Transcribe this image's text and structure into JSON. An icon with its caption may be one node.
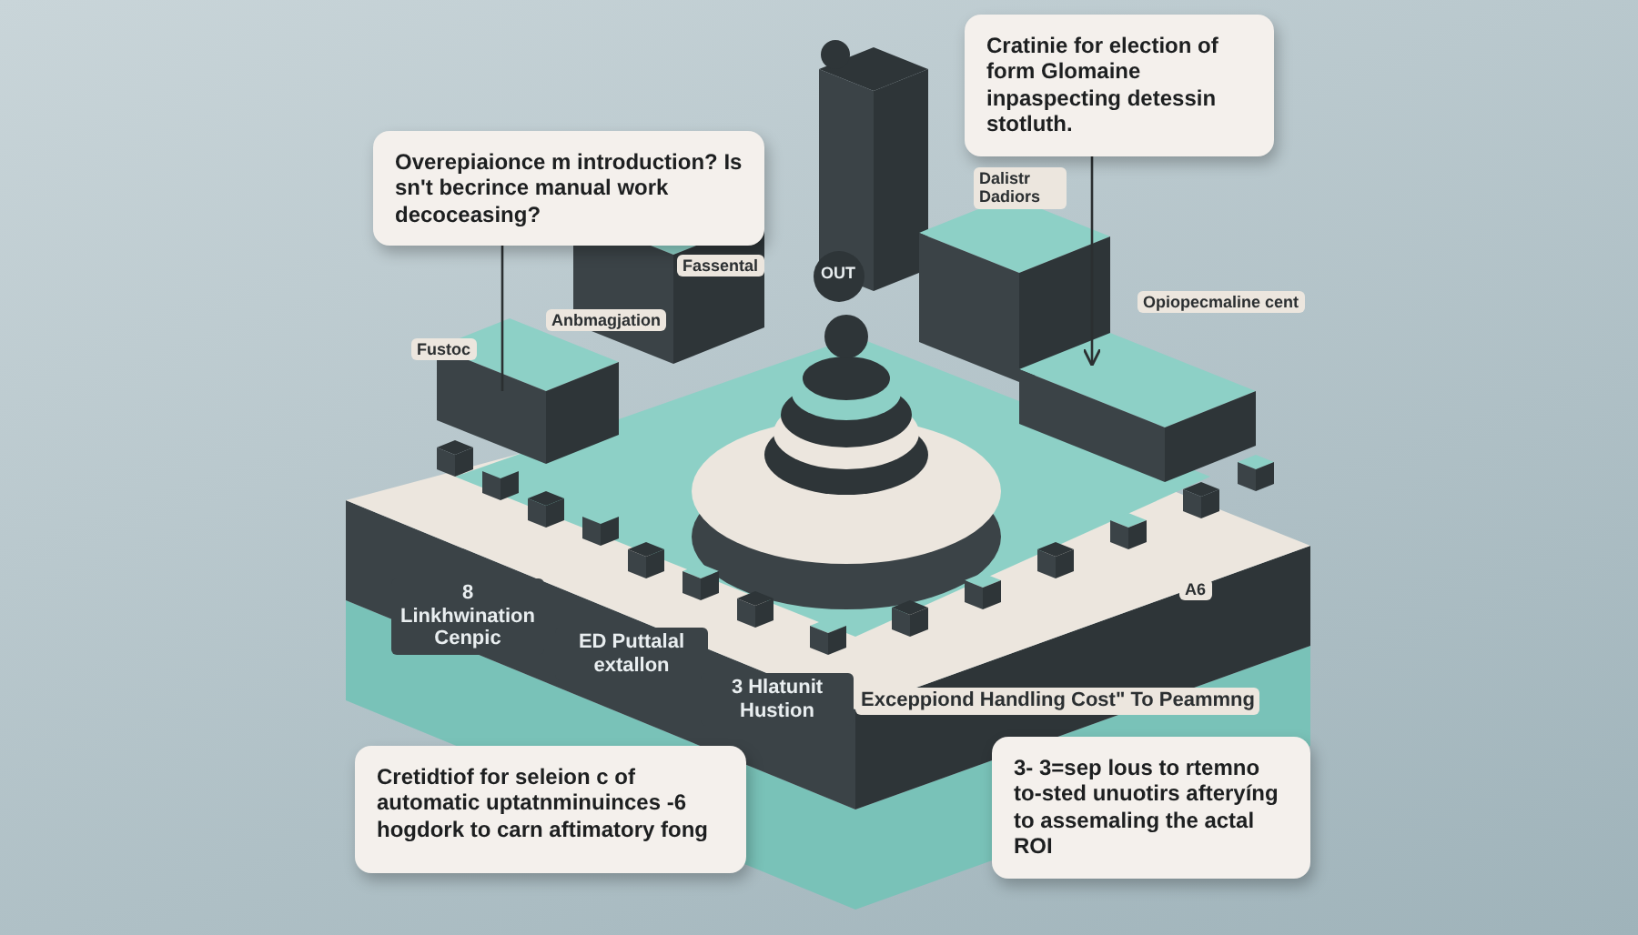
{
  "diagram": {
    "nodes": [
      {
        "text": [
          "Overepiaionce m introduction? Is sn't becrince manual work decoceasing?"
        ]
      },
      {
        "text": [
          "Cratinie for election of form Glomaine inpaspecting detessin stotluth."
        ]
      },
      {
        "text": [
          "Cretidtiof for seleion c of automatic uptatnminuinces -6 hogdork to carn aftimatory fong"
        ]
      },
      {
        "text": [
          "3- 3=sep lous to rtemno to-sted unuotirs afteryíng to assemaling the actal ROI"
        ]
      }
    ],
    "edges": [
      {
        "from": 0,
        "to": null,
        "arrow": "none"
      },
      {
        "from": 1,
        "to": null,
        "arrow": "to"
      }
    ],
    "labels": [
      "OUT",
      "Fassental",
      "Dalistr Dadiors",
      "Anbmagjation",
      "Fustoc",
      "Opiopecmaline cent",
      "8 Linkhwination Cenpic",
      "ED Puttalal extallon",
      "A6",
      "3 Hlatunit Hustion",
      "Exceppiond Handling Cost\" To Peammng"
    ]
  }
}
